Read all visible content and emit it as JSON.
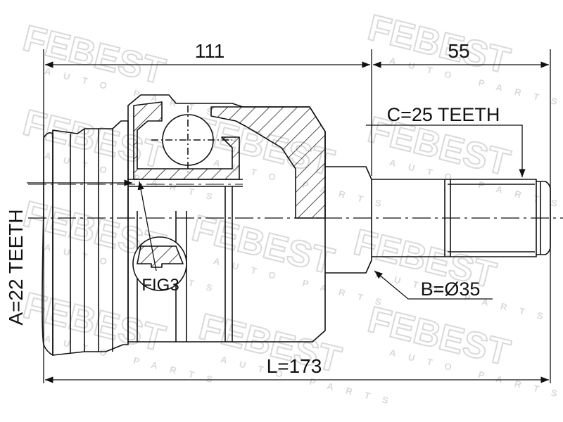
{
  "watermark": {
    "brand": "FEBEST",
    "sub": "AUTO PARTS"
  },
  "dimensions": {
    "top_length": "111",
    "shaft_length": "55",
    "total_length": "L=173",
    "spline_c": "C=25 TEETH",
    "diameter_b": "B=Ø35",
    "spline_a": "A=22 TEETH",
    "fig_label": "FIG3"
  }
}
